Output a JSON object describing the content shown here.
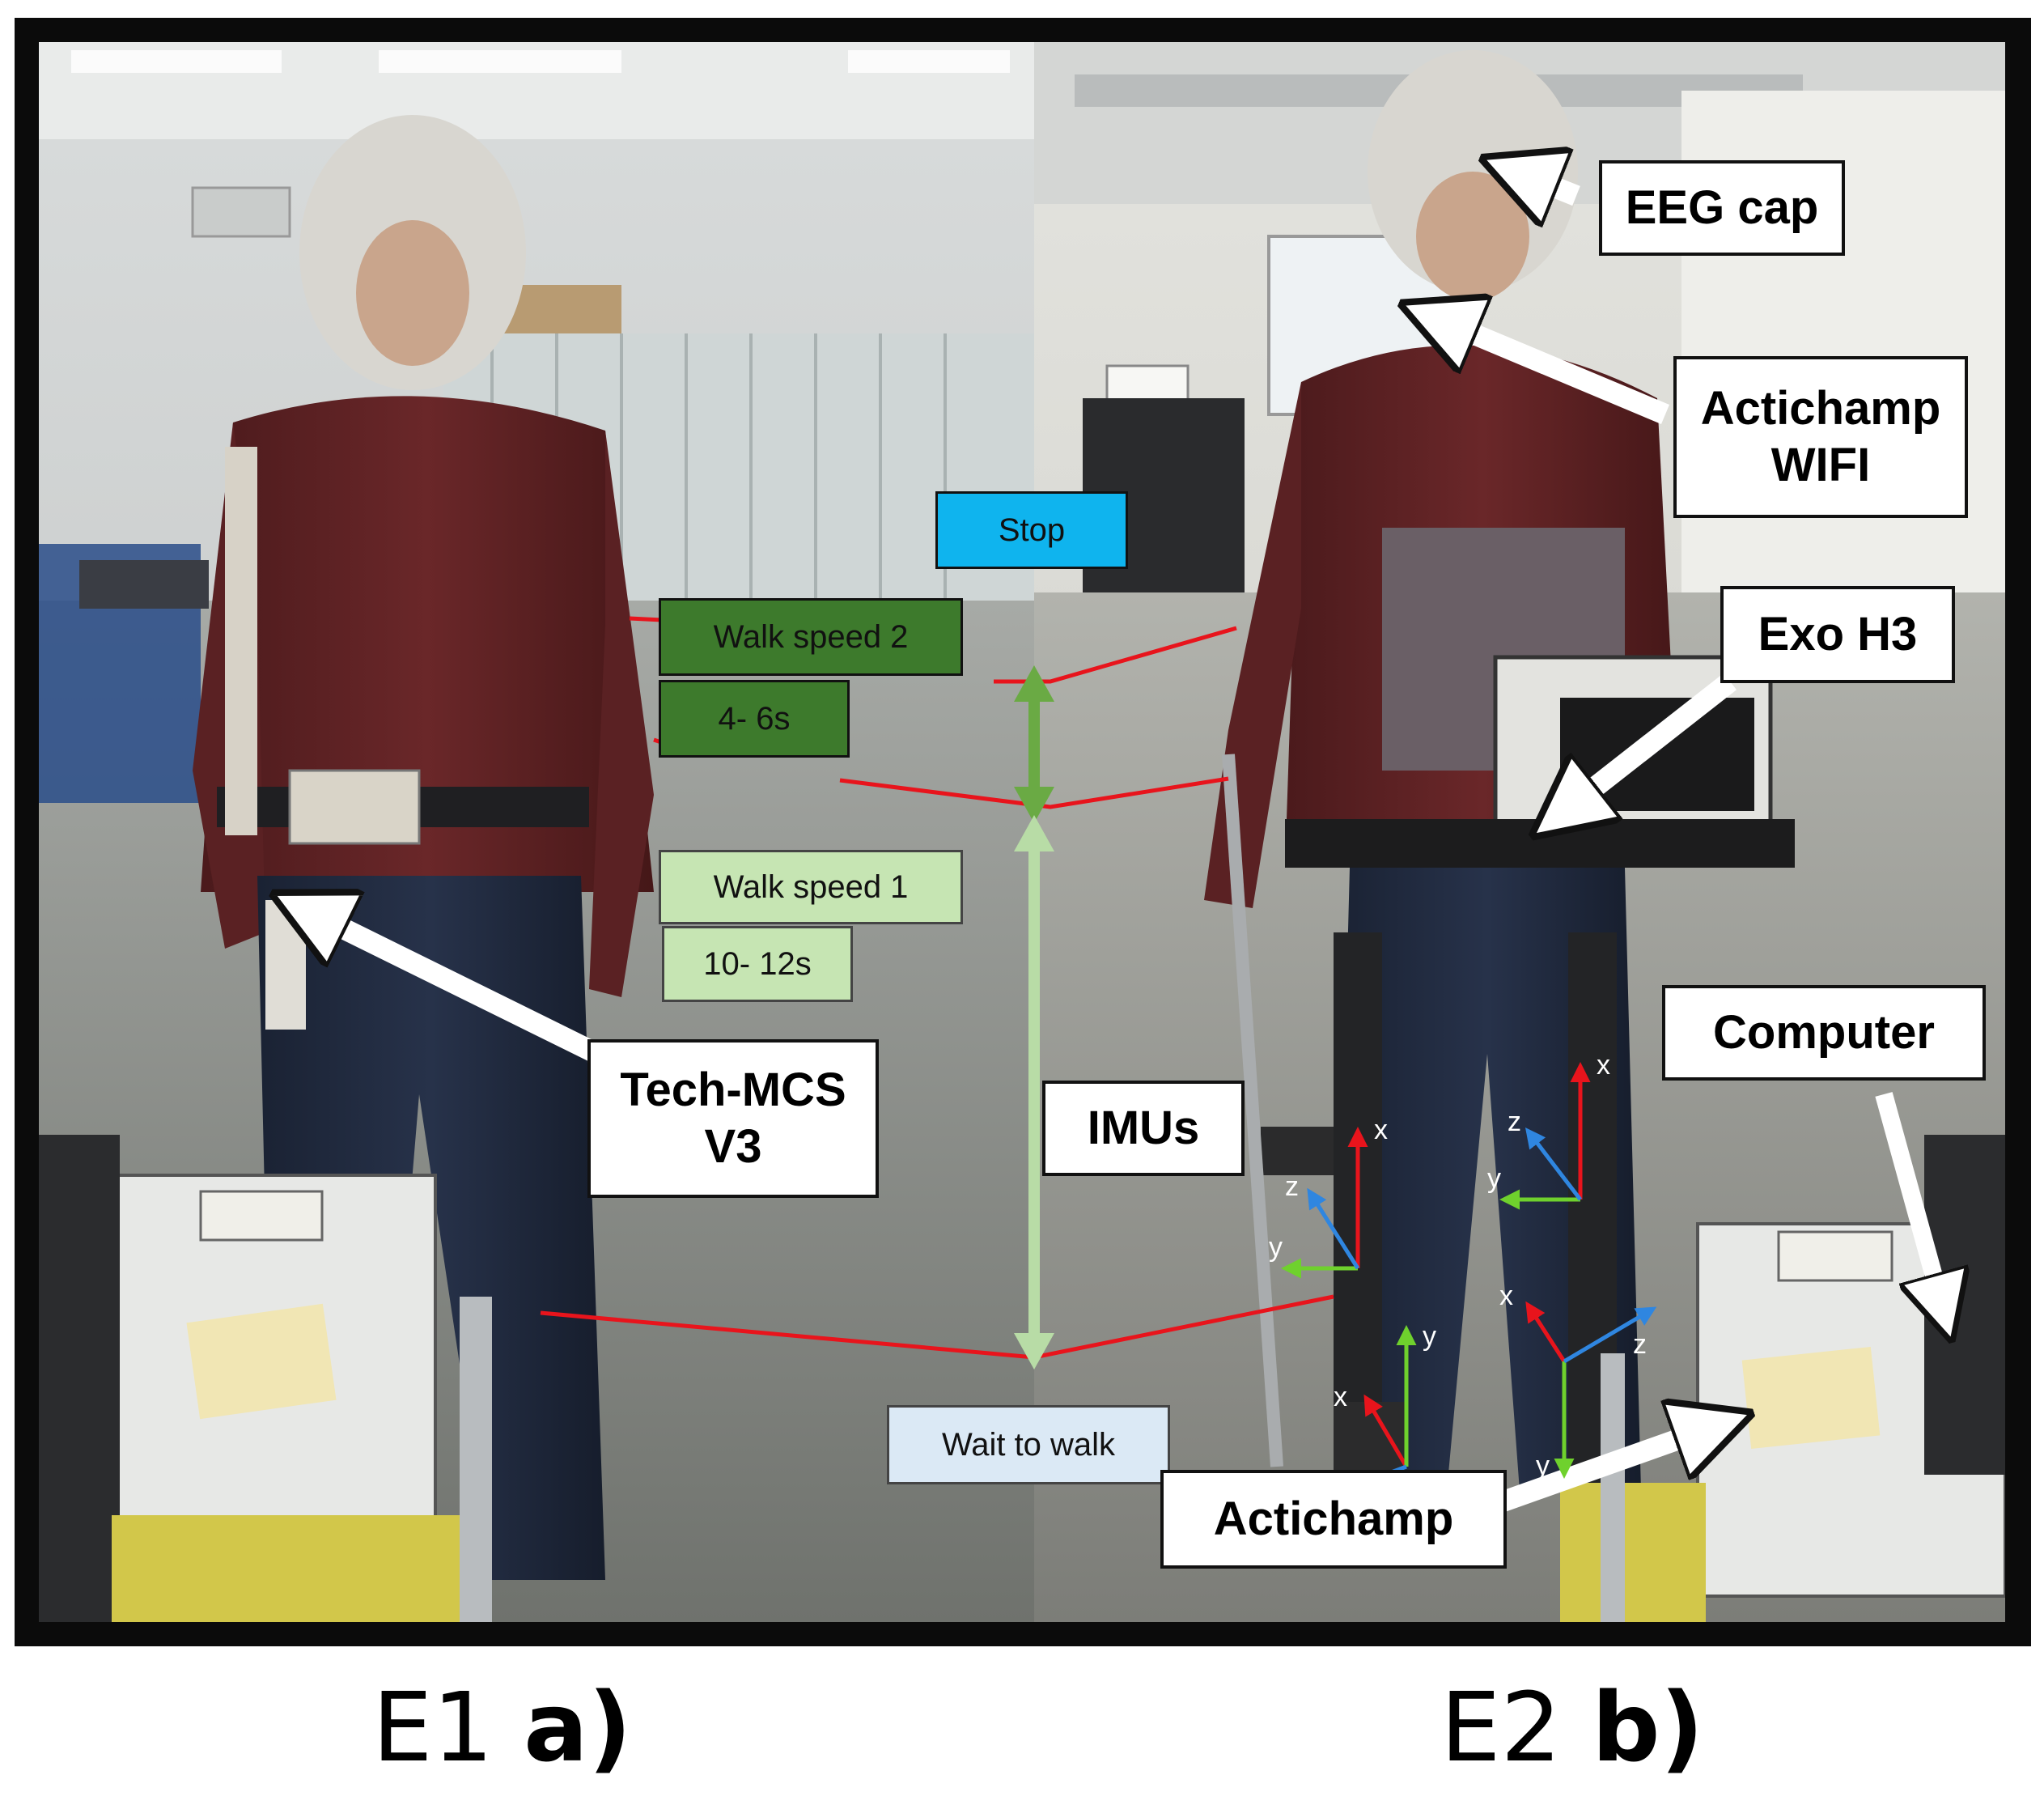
{
  "labels": {
    "eeg_cap": "EEG cap",
    "actichamp_wifi": "Actichamp\nWIFI",
    "exo_h3": "Exo H3",
    "computer": "Computer",
    "actichamp": "Actichamp",
    "tech_mcs": "Tech-MCS\nV3",
    "imus": "IMUs"
  },
  "timeline": {
    "stop": "Stop",
    "walk_speed_2": "Walk speed 2",
    "duration_2": "4- 6s",
    "walk_speed_1": "Walk speed 1",
    "duration_1": "10- 12s",
    "wait": "Wait to walk"
  },
  "axes": {
    "x": "x",
    "y": "y",
    "z": "z"
  },
  "panels": {
    "left_prefix": "E1 ",
    "left_letter": "a)",
    "right_prefix": "E2 ",
    "right_letter": "b)"
  }
}
